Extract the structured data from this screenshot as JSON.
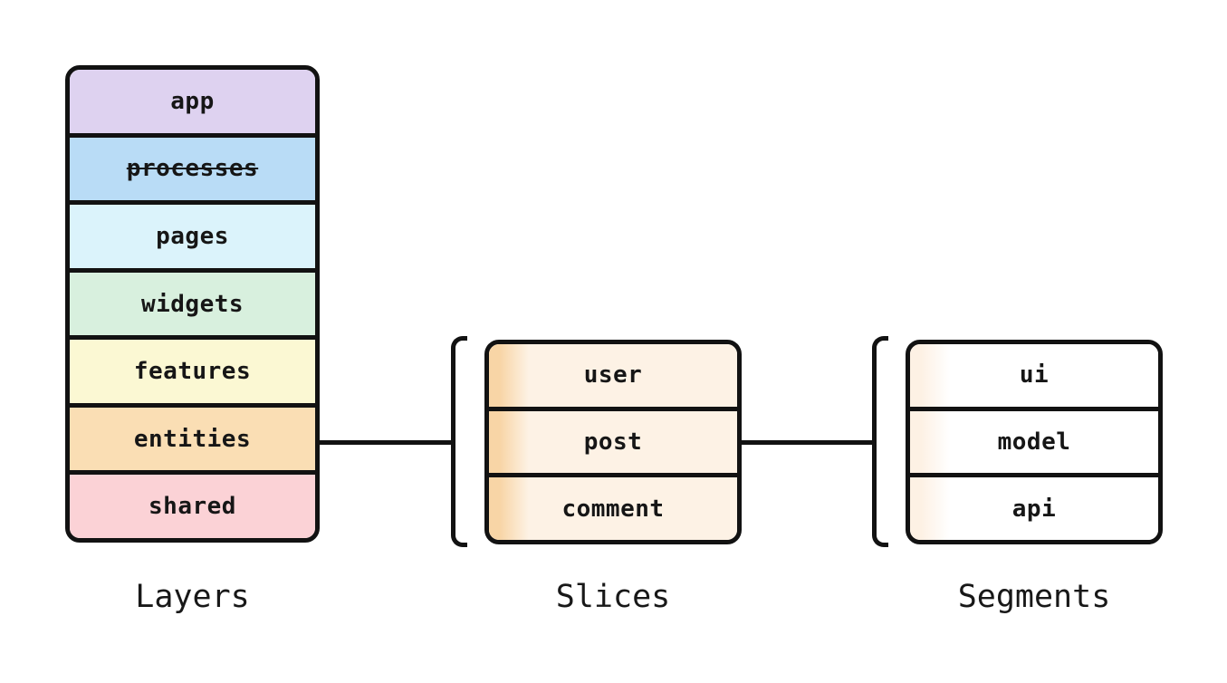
{
  "diagram": {
    "border_color": "#121212",
    "background": "#ffffff",
    "layers": {
      "title": "Layers",
      "items": [
        {
          "label": "app",
          "color": "#ded2f0"
        },
        {
          "label": "processes",
          "color": "#b9dcf6",
          "text_decoration": "line-through"
        },
        {
          "label": "pages",
          "color": "#dbf3fb"
        },
        {
          "label": "widgets",
          "color": "#d8f0de"
        },
        {
          "label": "features",
          "color": "#fbf8d3"
        },
        {
          "label": "entities",
          "color": "#fadeb4"
        },
        {
          "label": "shared",
          "color": "#fbd2d6"
        }
      ]
    },
    "slices": {
      "title": "Slices",
      "row_bg": "#fdf2e5",
      "stripe_color": "#f8d5a6",
      "items": [
        {
          "label": "user"
        },
        {
          "label": "post"
        },
        {
          "label": "comment"
        }
      ]
    },
    "segments": {
      "title": "Segments",
      "row_bg": "#ffffff",
      "stripe_color": "#fdf1e4",
      "items": [
        {
          "label": "ui"
        },
        {
          "label": "model"
        },
        {
          "label": "api"
        }
      ]
    }
  }
}
